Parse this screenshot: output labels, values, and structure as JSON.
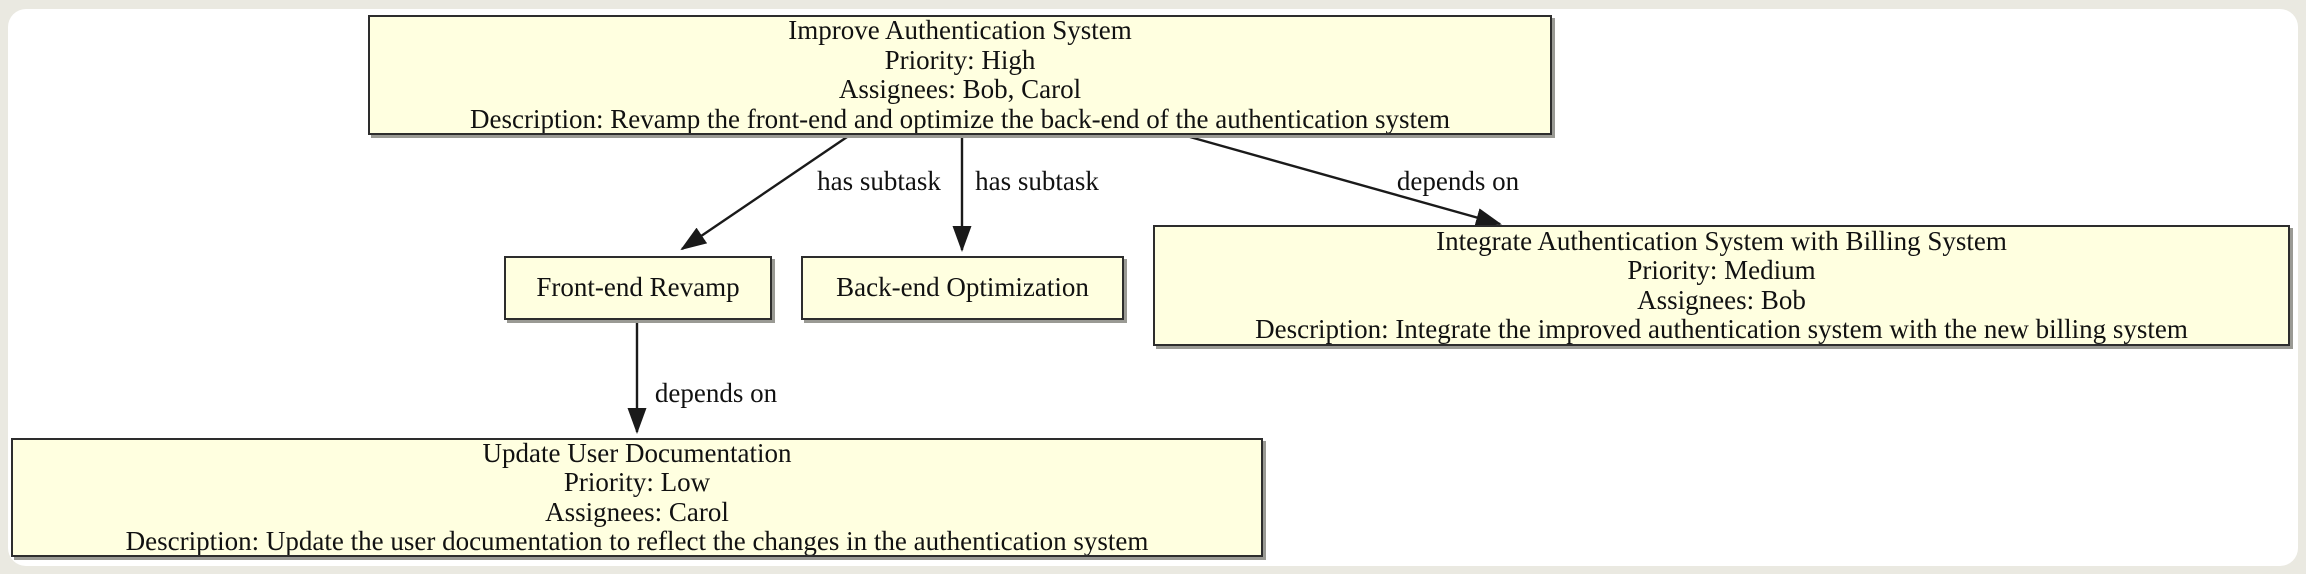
{
  "diagram": {
    "type": "task-dependency-graph",
    "nodes": [
      {
        "id": "improve-authentication-system",
        "title": "Improve Authentication System",
        "priority": "Priority: High",
        "assignees": "Assignees: Bob, Carol",
        "description": "Description: Revamp the front-end and optimize the back-end of the authentication system"
      },
      {
        "id": "front-end-revamp",
        "title": "Front-end Revamp"
      },
      {
        "id": "back-end-optimization",
        "title": "Back-end Optimization"
      },
      {
        "id": "integrate-authentication-system-with-billing-system",
        "title": "Integrate Authentication System with Billing System",
        "priority": "Priority: Medium",
        "assignees": "Assignees: Bob",
        "description": "Description: Integrate the improved authentication system with the new billing system"
      },
      {
        "id": "update-user-documentation",
        "title": "Update User Documentation",
        "priority": "Priority: Low",
        "assignees": "Assignees: Carol",
        "description": "Description: Update the user documentation to reflect the changes in the authentication system"
      }
    ],
    "edges": [
      {
        "from": "improve-authentication-system",
        "to": "front-end-revamp",
        "label": "has subtask"
      },
      {
        "from": "improve-authentication-system",
        "to": "back-end-optimization",
        "label": "has subtask"
      },
      {
        "from": "improve-authentication-system",
        "to": "integrate-authentication-system-with-billing-system",
        "label": "depends on"
      },
      {
        "from": "front-end-revamp",
        "to": "update-user-documentation",
        "label": "depends on"
      }
    ],
    "colors": {
      "node_fill": "#ffffe0",
      "node_border": "#2d2d2d",
      "edge": "#1a1a1a",
      "text": "#111111",
      "canvas": "#ffffff",
      "page_background": "#eae9e1",
      "shadow": "#9a9a94"
    }
  }
}
